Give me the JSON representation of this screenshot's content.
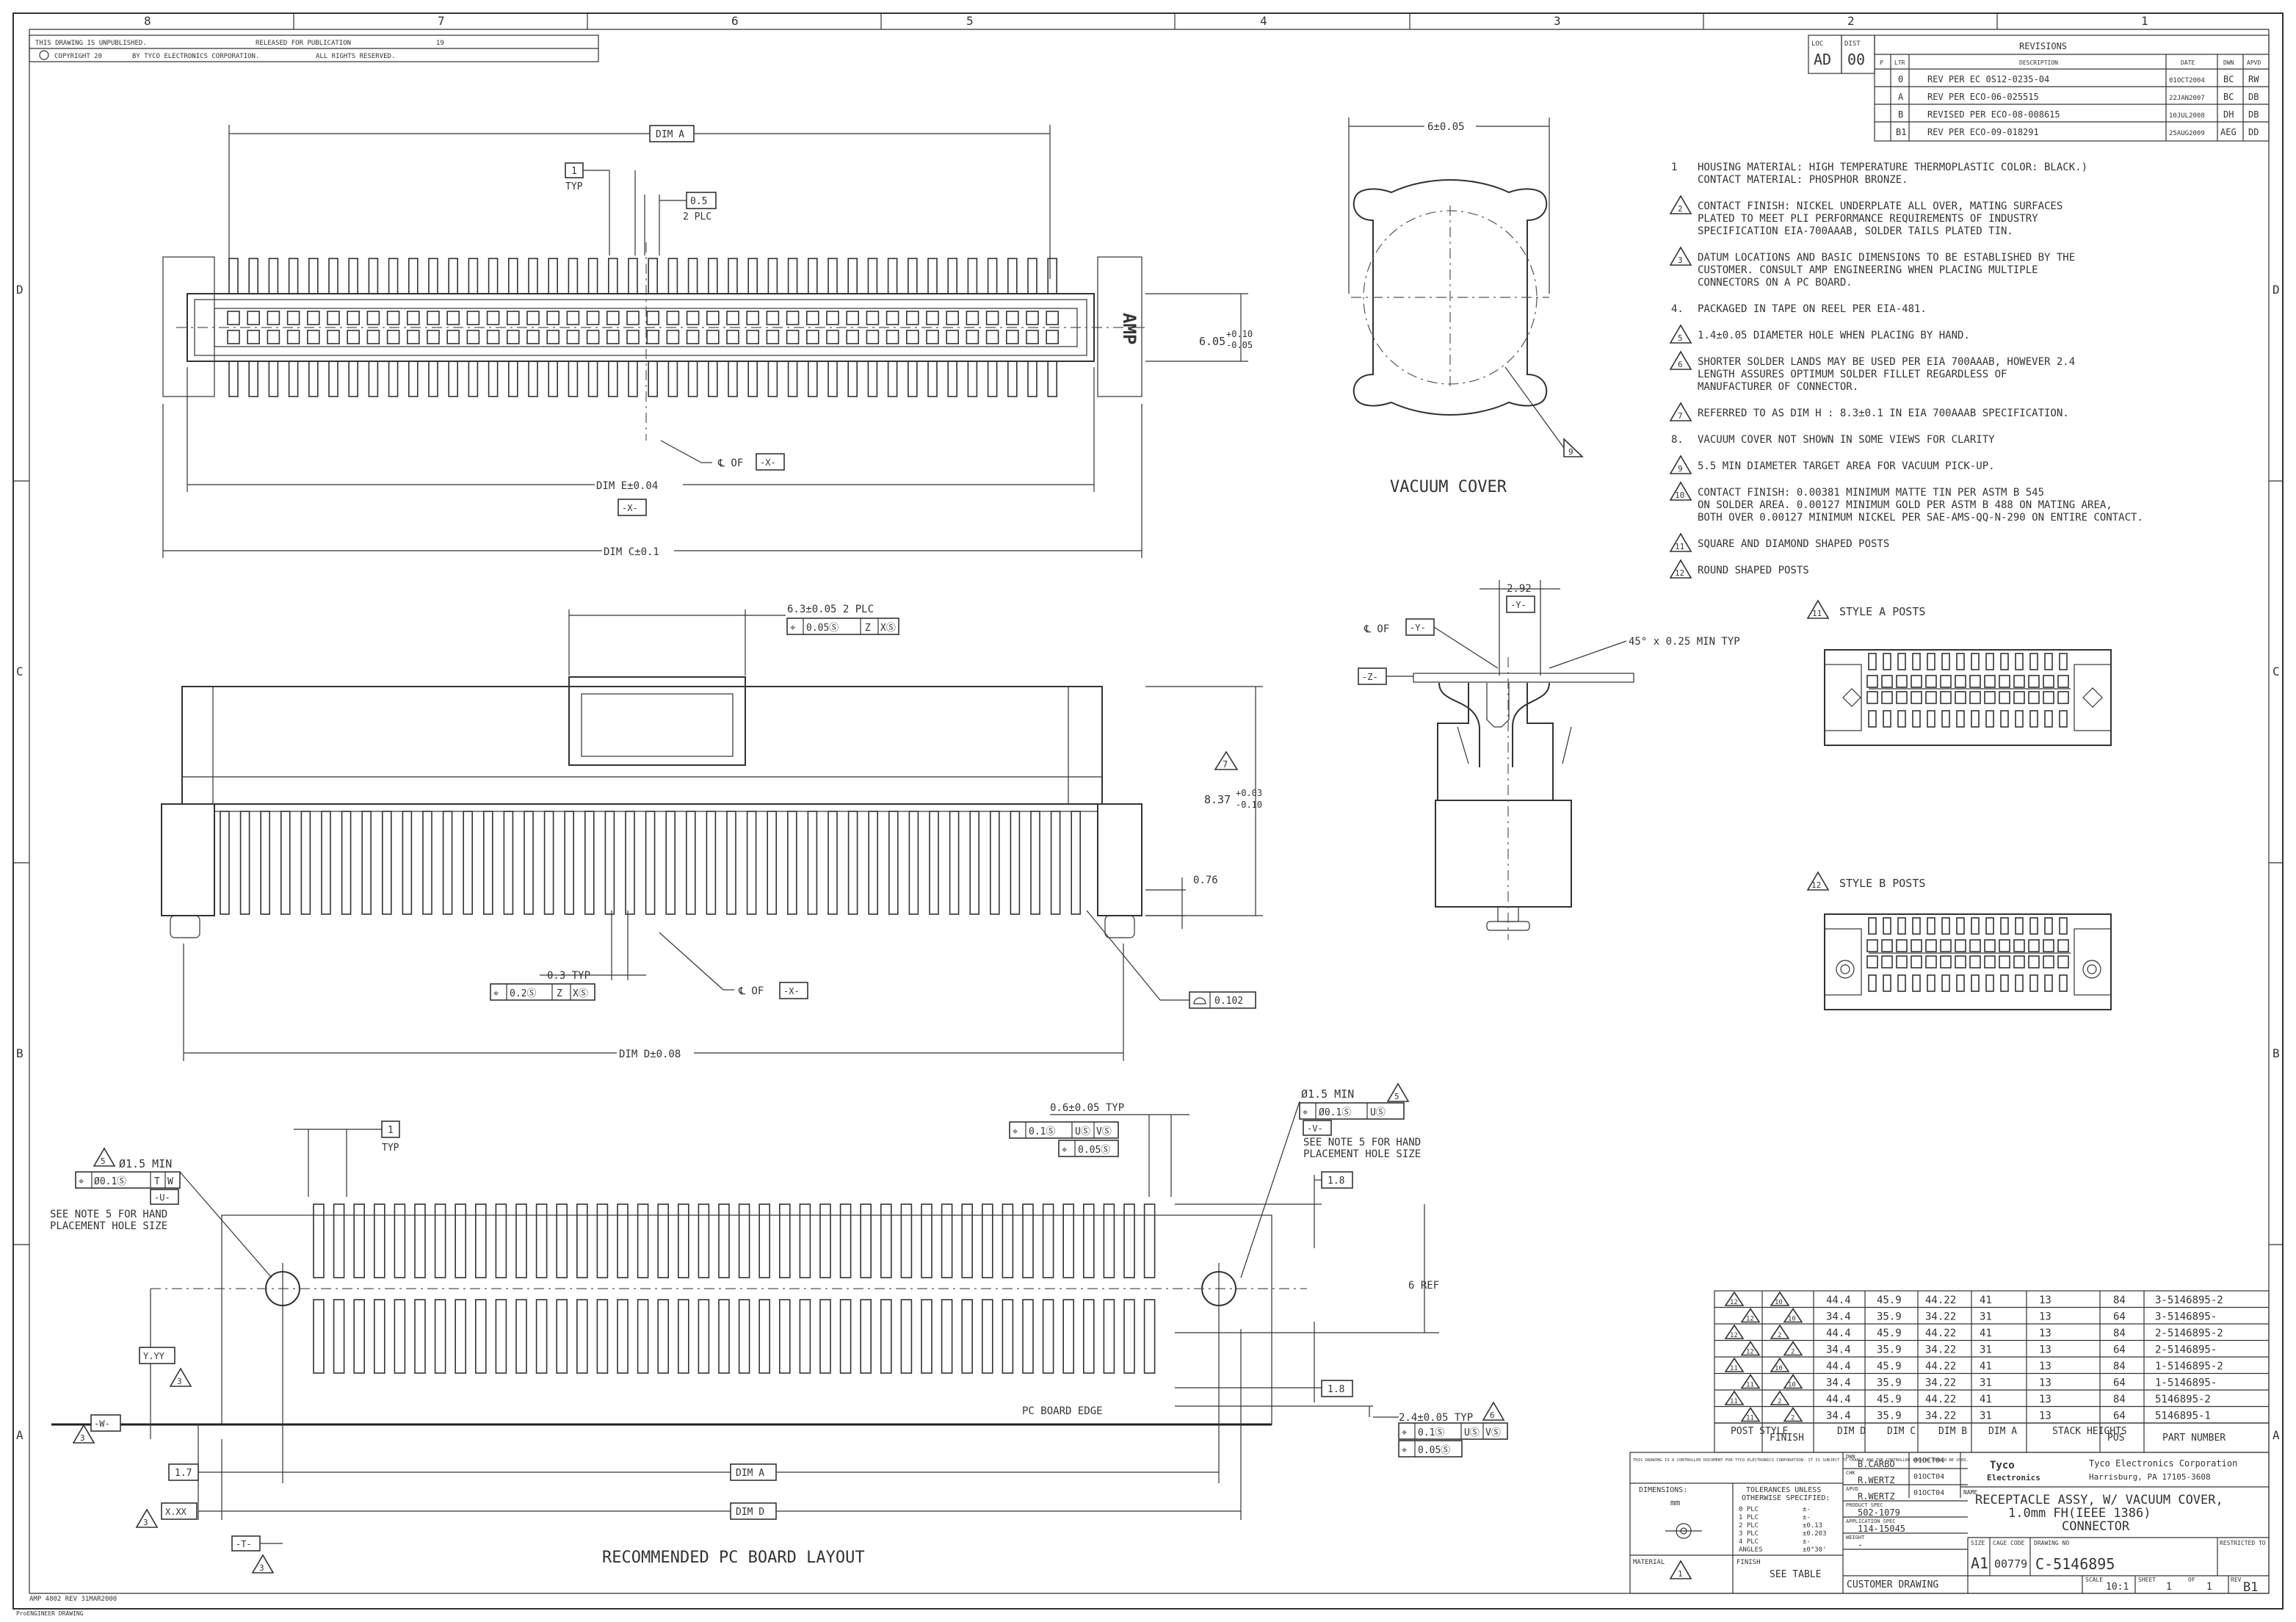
{
  "zones": {
    "top": [
      "8",
      "7",
      "6",
      "5",
      "4",
      "3",
      "2",
      "1"
    ],
    "side": [
      "D",
      "C",
      "B",
      "A"
    ]
  },
  "topleft": {
    "line1": "THIS DRAWING IS UNPUBLISHED.",
    "line1b": "RELEASED FOR PUBLICATION",
    "line1c": "19",
    "line2": "COPYRIGHT 20",
    "line2b": "BY TYCO ELECTRONICS CORPORATION.",
    "line2c": "ALL RIGHTS RESERVED."
  },
  "revisions": {
    "loc_label": "LOC",
    "loc": "AD",
    "dist_label": "DIST",
    "dist": "00",
    "title": "REVISIONS",
    "headers": [
      "P",
      "LTR",
      "DESCRIPTION",
      "DATE",
      "DWN",
      "APVD"
    ],
    "rows": [
      {
        "ltr": "0",
        "desc": "REV PER EC 0S12-0235-04",
        "date": "01OCT2004",
        "dwn": "BC",
        "apvd": "RW"
      },
      {
        "ltr": "A",
        "desc": "REV PER ECO-06-025515",
        "date": "22JAN2007",
        "dwn": "BC",
        "apvd": "DB"
      },
      {
        "ltr": "B",
        "desc": "REVISED PER ECO-08-008615",
        "date": "10JUL2008",
        "dwn": "DH",
        "apvd": "DB"
      },
      {
        "ltr": "B1",
        "desc": "REV PER ECO-09-018291",
        "date": "25AUG2009",
        "dwn": "AEG",
        "apvd": "DD"
      }
    ]
  },
  "notes": [
    {
      "num": "1",
      "tri": false,
      "lines": [
        "HOUSING MATERIAL: HIGH TEMPERATURE THERMOPLASTIC   COLOR: BLACK.)",
        "CONTACT MATERIAL: PHOSPHOR BRONZE."
      ]
    },
    {
      "num": "2",
      "tri": true,
      "lines": [
        "CONTACT FINISH: NICKEL UNDERPLATE ALL OVER, MATING SURFACES",
        "PLATED TO MEET PLI PERFORMANCE REQUIREMENTS OF INDUSTRY",
        "SPECIFICATION EIA-700AAAB, SOLDER TAILS PLATED TIN."
      ]
    },
    {
      "num": "3",
      "tri": true,
      "lines": [
        "DATUM LOCATIONS AND BASIC DIMENSIONS TO BE ESTABLISHED BY THE",
        "CUSTOMER. CONSULT AMP ENGINEERING WHEN PLACING MULTIPLE",
        "CONNECTORS ON A PC BOARD."
      ]
    },
    {
      "num": "4.",
      "tri": false,
      "lines": [
        "PACKAGED IN TAPE ON REEL PER EIA-481."
      ]
    },
    {
      "num": "5",
      "tri": true,
      "lines": [
        "1.4±0.05 DIAMETER HOLE WHEN PLACING BY HAND."
      ]
    },
    {
      "num": "6",
      "tri": true,
      "lines": [
        "SHORTER SOLDER LANDS MAY BE USED PER EIA 700AAAB, HOWEVER 2.4",
        "LENGTH ASSURES OPTIMUM SOLDER FILLET REGARDLESS OF",
        "MANUFACTURER OF CONNECTOR."
      ]
    },
    {
      "num": "7",
      "tri": true,
      "lines": [
        "REFERRED TO AS DIM H : 8.3±0.1 IN EIA 700AAAB SPECIFICATION."
      ]
    },
    {
      "num": "8.",
      "tri": false,
      "lines": [
        "VACUUM COVER NOT SHOWN IN SOME VIEWS FOR CLARITY"
      ]
    },
    {
      "num": "9",
      "tri": true,
      "lines": [
        "5.5 MIN DIAMETER TARGET AREA FOR VACUUM PICK-UP."
      ]
    },
    {
      "num": "10",
      "tri": true,
      "lines": [
        "CONTACT FINISH: 0.00381 MINIMUM MATTE TIN PER ASTM B 545",
        "ON SOLDER AREA. 0.00127 MINIMUM GOLD PER ASTM B 488 ON MATING AREA,",
        "BOTH OVER 0.00127 MINIMUM NICKEL PER SAE-AMS-QQ-N-290 ON ENTIRE CONTACT."
      ]
    },
    {
      "num": "11",
      "tri": true,
      "lines": [
        "SQUARE AND DIAMOND SHAPED POSTS"
      ]
    },
    {
      "num": "12",
      "tri": true,
      "lines": [
        "ROUND SHAPED POSTS"
      ]
    }
  ],
  "top_view": {
    "dim_a": "DIM A",
    "one": "1",
    "typ": "TYP",
    "half": "0.5",
    "two_plc": "2 PLC",
    "height": "6.05",
    "height_tol_plus": "+0.10",
    "height_tol_minus": "-0.05",
    "cl_x": "℄ OF",
    "x_label": "-X-",
    "dim_e": "DIM E±0.04",
    "dim_c": "DIM C±0.1",
    "logo": "AMP"
  },
  "vacuum": {
    "width": "6±0.05",
    "caption": "VACUUM COVER",
    "callout": "9"
  },
  "front_view": {
    "dim": "6.3±0.05 2 PLC",
    "fcf": [
      "⌖",
      "0.05Ⓢ",
      "Z",
      "XⓈ"
    ],
    "tri": "7",
    "height": "8.37",
    "h_plus": "+0.03",
    "h_minus": "-0.10",
    "d076": "0.76",
    "d03": "0.3 TYP",
    "fcf2": [
      "⌖",
      "0.2Ⓢ",
      "Z",
      "XⓈ"
    ],
    "cl": "℄ OF",
    "x_label": "-X-",
    "flat": "0.102",
    "dim_d": "DIM D±0.08"
  },
  "side_view": {
    "w": "2.92",
    "y_label": "-Y-",
    "cl": "℄ OF",
    "chamfer": "45° x 0.25 MIN TYP",
    "z_label": "-Z-"
  },
  "styles": {
    "a_tri": "11",
    "a": "STYLE A POSTS",
    "b_tri": "12",
    "b": "STYLE B POSTS"
  },
  "pcb": {
    "hole_left": "Ø1.5 MIN",
    "tri5": "5",
    "fcf_left": [
      "⌖",
      "Ø0.1Ⓢ",
      "T",
      "W"
    ],
    "u_label": "-U-",
    "see_note": "SEE NOTE 5 FOR HAND",
    "see_note2": "PLACEMENT HOLE SIZE",
    "one": "1",
    "typ": "TYP",
    "pitch": "0.6±0.05 TYP",
    "fcf_a": [
      "⌖",
      "0.1Ⓢ",
      "UⓈ",
      "VⓈ"
    ],
    "fcf_b": [
      "⌖",
      "0.05Ⓢ"
    ],
    "hole_right": "Ø1.5 MIN",
    "fcf_right": [
      "⌖",
      "Ø0.1Ⓢ",
      "UⓈ"
    ],
    "v_label": "-V-",
    "d18": "1.8",
    "six_ref": "6 REF",
    "yyy": "Y.YY",
    "tri3": "3",
    "w_label": "-W-",
    "edge": "PC BOARD EDGE",
    "d18b": "1.8",
    "pad": "2.4±0.05 TYP",
    "tri6": "6",
    "fcf_c": [
      "⌖",
      "0.1Ⓢ",
      "UⓈ",
      "VⓈ"
    ],
    "fcf_d": [
      "⌖",
      "0.05Ⓢ"
    ],
    "d17": "1.7",
    "dim_a": "DIM A",
    "xxx": "X.XX",
    "dim_d": "DIM D",
    "t_label": "-T-",
    "caption": "RECOMMENDED PC BOARD LAYOUT"
  },
  "parts_table": {
    "headers": [
      "POST\nSTYLE",
      "FINISH",
      "DIM\nD",
      "DIM\nC",
      "DIM\nB",
      "DIM\nA",
      "STACK\nHEIGHTS",
      "POS",
      "PART NUMBER"
    ],
    "rows": [
      {
        "style": "12",
        "finish": "10",
        "d": "44.4",
        "c": "45.9",
        "b": "44.22",
        "a": "41",
        "sh": "13",
        "pos": "84",
        "pn": "3-5146895-2"
      },
      {
        "style": "12",
        "finish": "10",
        "d": "34.4",
        "c": "35.9",
        "b": "34.22",
        "a": "31",
        "sh": "13",
        "pos": "64",
        "pn": "3-5146895-"
      },
      {
        "style": "12",
        "finish": "2",
        "d": "44.4",
        "c": "45.9",
        "b": "44.22",
        "a": "41",
        "sh": "13",
        "pos": "84",
        "pn": "2-5146895-2"
      },
      {
        "style": "12",
        "finish": "2",
        "d": "34.4",
        "c": "35.9",
        "b": "34.22",
        "a": "31",
        "sh": "13",
        "pos": "64",
        "pn": "2-5146895-"
      },
      {
        "style": "11",
        "finish": "10",
        "d": "44.4",
        "c": "45.9",
        "b": "44.22",
        "a": "41",
        "sh": "13",
        "pos": "84",
        "pn": "1-5146895-2"
      },
      {
        "style": "11",
        "finish": "10",
        "d": "34.4",
        "c": "35.9",
        "b": "34.22",
        "a": "31",
        "sh": "13",
        "pos": "64",
        "pn": "1-5146895-"
      },
      {
        "style": "11",
        "finish": "2",
        "d": "44.4",
        "c": "45.9",
        "b": "44.22",
        "a": "41",
        "sh": "13",
        "pos": "84",
        "pn": "5146895-2"
      },
      {
        "style": "11",
        "finish": "2",
        "d": "34.4",
        "c": "35.9",
        "b": "34.22",
        "a": "31",
        "sh": "13",
        "pos": "64",
        "pn": "5146895-1"
      }
    ]
  },
  "title_block": {
    "dwn_label": "DWN",
    "dwn": "B.CARBO",
    "dwn_date": "01OCT04",
    "chk_label": "CHK",
    "chk": "R.WERTZ",
    "chk_date": "01OCT04",
    "apvd_label": "APVD",
    "apvd": "R.WERTZ",
    "apvd_date": "01OCT04",
    "product_spec_label": "PRODUCT SPEC",
    "product_spec": "502-1079",
    "app_spec_label": "APPLICATION SPEC",
    "app_spec": "114-15045",
    "weight_label": "WEIGHT",
    "weight": "-",
    "dimensions_label": "DIMENSIONS:",
    "units": "mm",
    "tol_title": "TOLERANCES UNLESS",
    "tol_title2": "OTHERWISE SPECIFIED:",
    "tolerances": [
      [
        "0 PLC",
        "±-"
      ],
      [
        "1 PLC",
        "±-"
      ],
      [
        "2 PLC",
        "±0.13"
      ],
      [
        "3 PLC",
        "±0.203"
      ],
      [
        "4 PLC",
        "±-"
      ],
      [
        "ANGLES",
        "±0°30'"
      ]
    ],
    "material_label": "MATERIAL",
    "material_tri": "1",
    "finish_label": "FINISH",
    "finish": "SEE TABLE",
    "company": "Tyco",
    "company2": "Electronics",
    "corp": "Tyco Electronics Corporation",
    "corp_addr": "Harrisburg, PA 17105-3608",
    "name_label": "NAME",
    "title1": "RECEPTACLE ASSY, W/ VACUUM COVER,",
    "title2": "1.0mm FH(IEEE 1386)",
    "title3": "CONNECTOR",
    "size_label": "SIZE",
    "size": "A1",
    "cage_label": "CAGE CODE",
    "cage": "00779",
    "dwgno_label": "DRAWING NO",
    "dwgno": "C-5146895",
    "restricted_label": "RESTRICTED TO",
    "customer": "CUSTOMER DRAWING",
    "scale_label": "SCALE",
    "scale": "10:1",
    "sheet_label": "SHEET",
    "sheet": "1",
    "of_label": "OF",
    "of": "1",
    "rev_label": "REV",
    "rev": "B1"
  },
  "footer": {
    "l1": "AMP 4802 REV 31MAR2000",
    "l2": "ProENGINEER DRAWING"
  },
  "small_note": "THIS DRAWING IS A CONTROLLED DOCUMENT FOR TYCO ELECTRONICS CORPORATION. IT IS SUBJECT TO CHANGE AND THE CONTROLLED VERSION SHOULD BE USED."
}
